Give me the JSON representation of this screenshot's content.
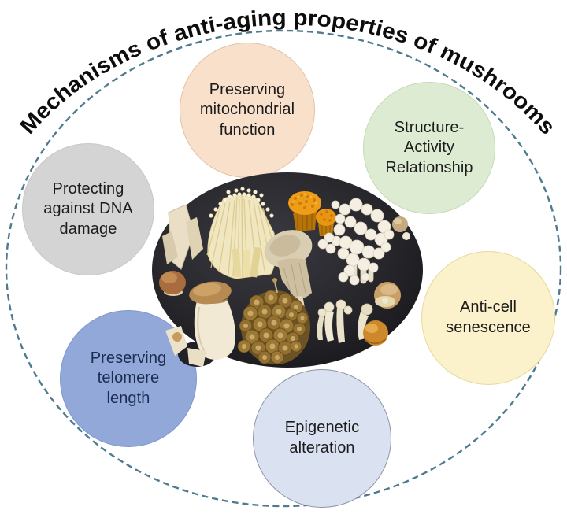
{
  "title": "Mechanisms of anti-aging properties of mushrooms",
  "outline_color": "#4e7a90",
  "title_color": "#0d0d0d",
  "mechanisms": [
    {
      "label": "Preserving\nmitochondrial\nfunction",
      "fill": "#f8e0cb",
      "border": "#e2c2a8",
      "text_color": "#1c1c1c"
    },
    {
      "label": "Structure-\nActivity\nRelationship",
      "fill": "#dcebd1",
      "border": "#c5dab4",
      "text_color": "#1c1c1c"
    },
    {
      "label": "Anti-cell\nsenescence",
      "fill": "#fbf1cb",
      "border": "#e8d99c",
      "text_color": "#1c1c1c"
    },
    {
      "label": "Epigenetic\nalteration",
      "fill": "#dae1f1",
      "border": "#8c95a6",
      "text_color": "#1c1c1c"
    },
    {
      "label": "Preserving\ntelomere\nlength",
      "fill": "#91a8d8",
      "border": "#7e97cc",
      "text_color": "#1d2d52"
    },
    {
      "label": "Protecting\nagainst DNA\ndamage",
      "fill": "#d4d4d4",
      "border": "#c7c7c7",
      "text_color": "#1c1c1c"
    }
  ],
  "center_image": {
    "description": "Assorted fresh mushrooms arranged on a dark oval platter",
    "mushrooms_shown": [
      "oyster mushroom slices",
      "enoki bundle",
      "golden coral mushrooms",
      "white beech (bunapi) cluster",
      "oyster mushroom",
      "cremini",
      "king oyster mushroom",
      "brown honey mushroom cluster",
      "white shimeji",
      "chestnut mushroom"
    ]
  }
}
